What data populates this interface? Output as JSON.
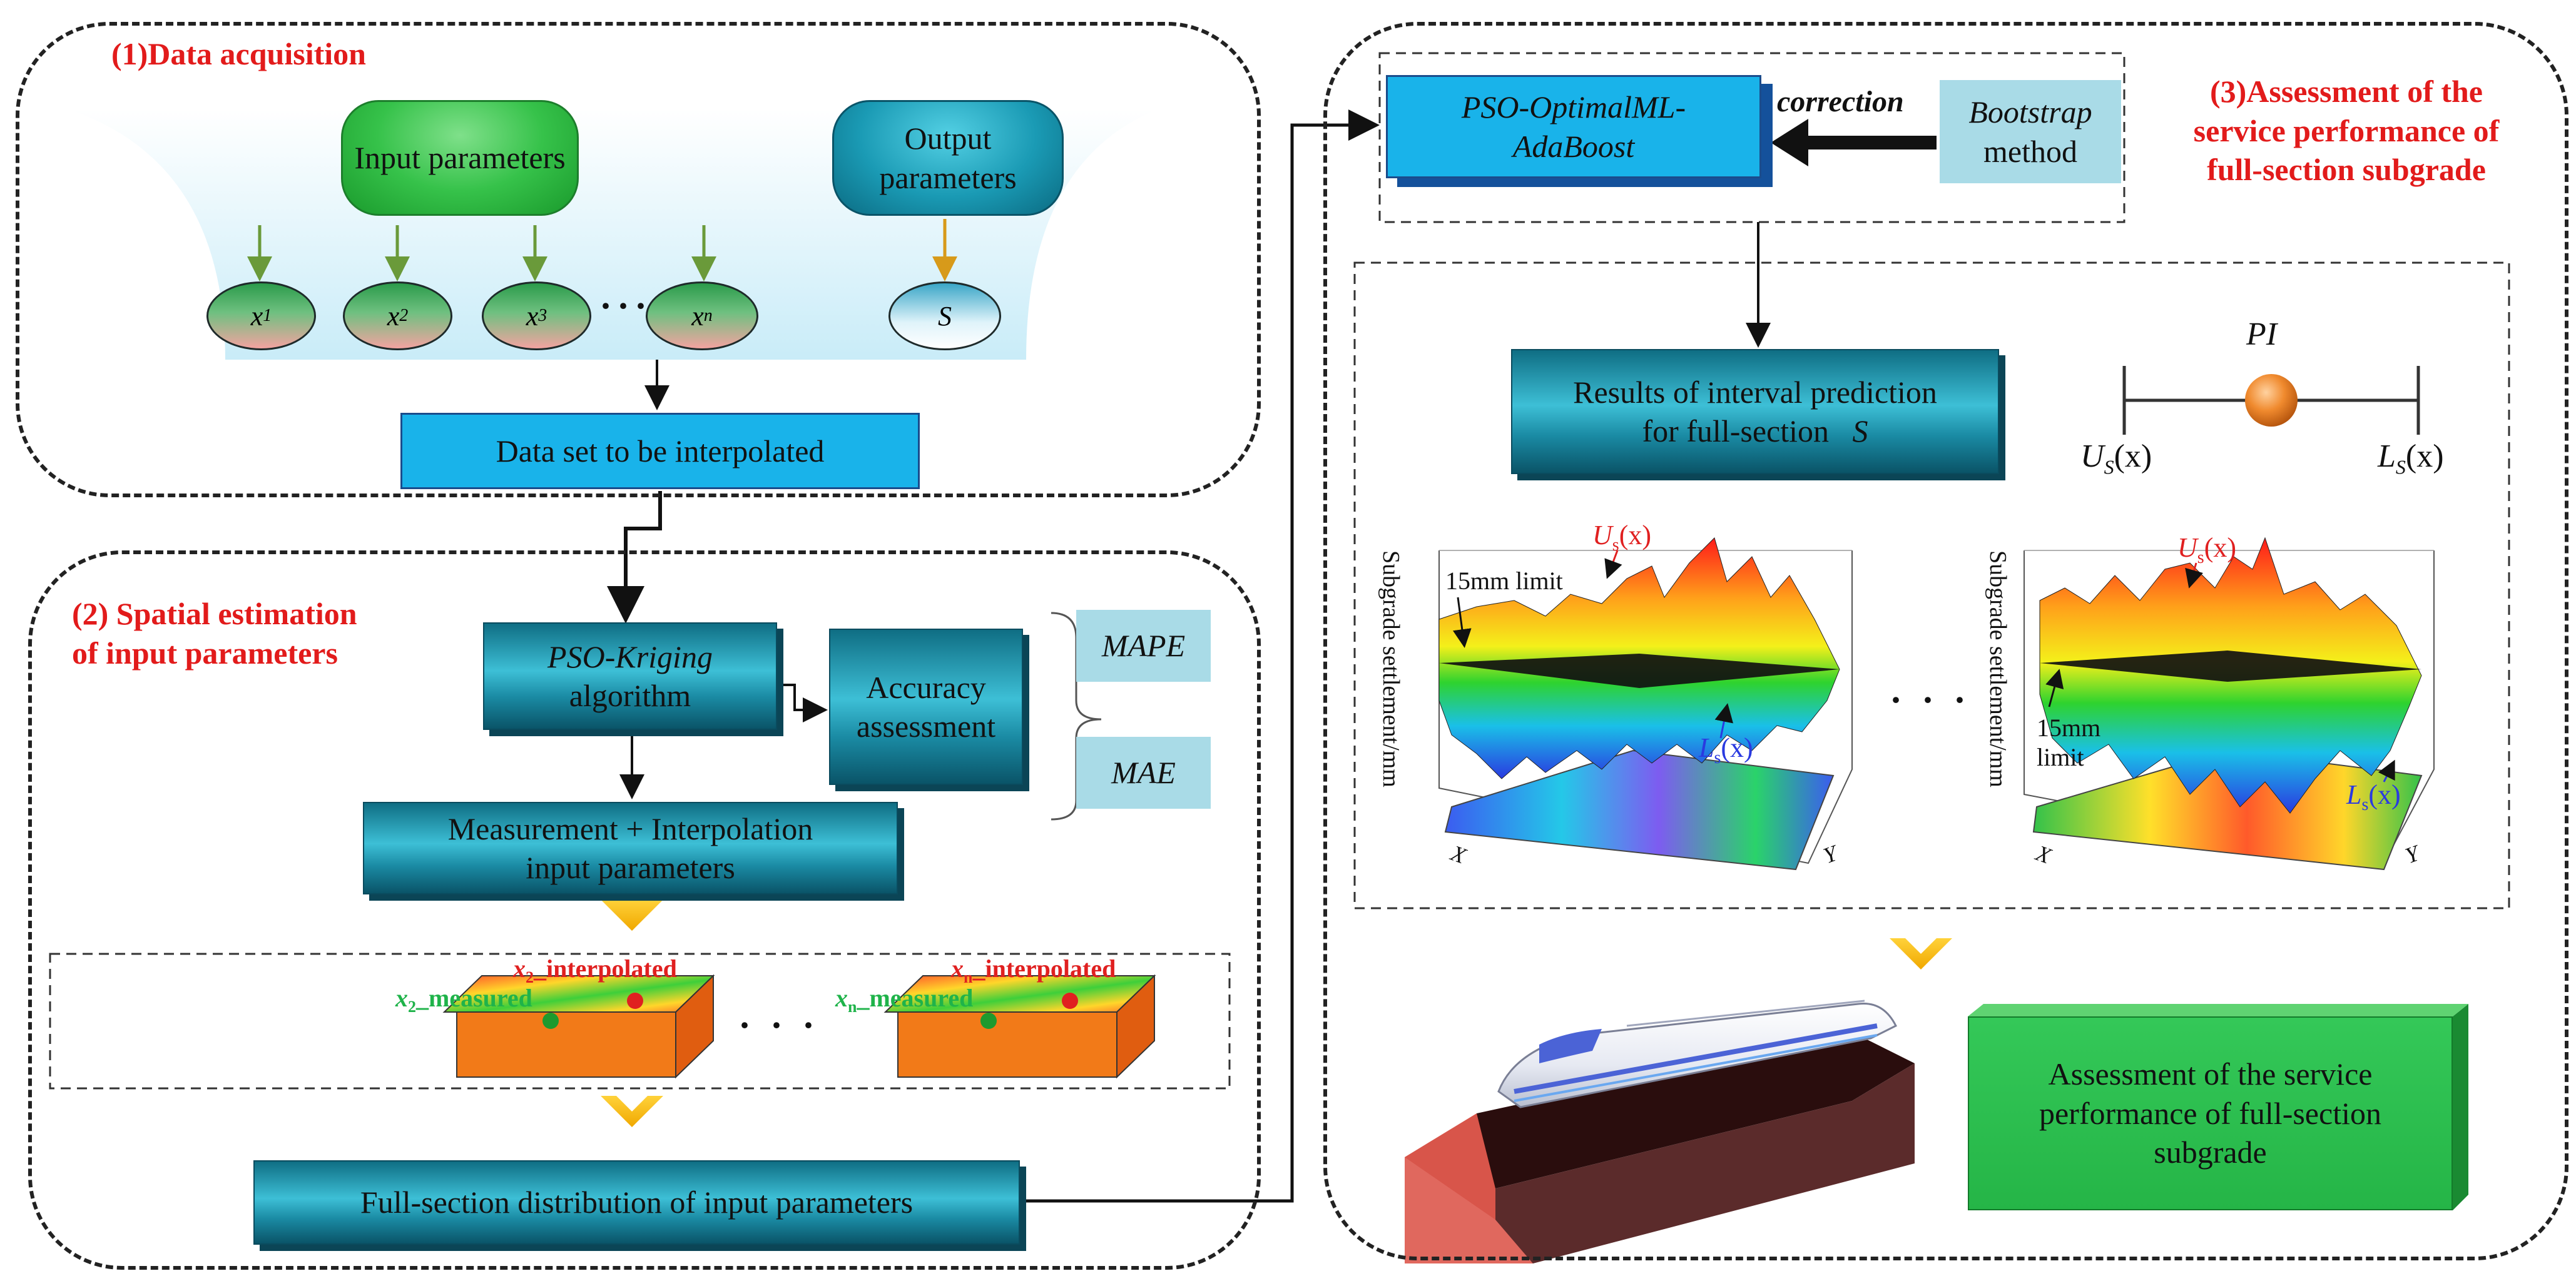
{
  "panel1": {
    "title": "(1)Data acquisition",
    "input_params": "Input parameters",
    "output_params": "Output parameters",
    "x_vars": [
      {
        "base": "x",
        "sub": "1"
      },
      {
        "base": "x",
        "sub": "2"
      },
      {
        "base": "x",
        "sub": "3"
      },
      {
        "base": "x",
        "sub": "n"
      }
    ],
    "ellipsis": "···",
    "s_var": "S",
    "dataset": "Data set to be interpolated"
  },
  "panel2": {
    "title_line1": "(2) Spatial estimation",
    "title_line2": "of input parameters",
    "pso_kriging": "PSO-Kriging",
    "algorithm": "algorithm",
    "accuracy_line1": "Accuracy",
    "accuracy_line2": "assessment",
    "mape": "MAPE",
    "mae": "MAE",
    "measurement_line1": "Measurement + Interpolation",
    "measurement_line2": "input parameters",
    "x2_interp_base": "x",
    "x2_interp_sub": "2",
    "interp_suffix": "_interpolated",
    "xn_interp_base": "x",
    "xn_interp_sub": "n",
    "x2_meas_base": "x",
    "x2_meas_sub": "2",
    "meas_suffix": "_measured",
    "xn_meas_base": "x",
    "xn_meas_sub": "n",
    "ellipsis": "· · ·",
    "full_section": "Full-section distribution of input parameters"
  },
  "panel3": {
    "title_line1": "(3)Assessment of the",
    "title_line2": "service performance of",
    "title_line3": "full-section subgrade",
    "pso_ml_line1": "PSO-OptimalML-",
    "pso_ml_line2": "AdaBoost",
    "correction": "correction",
    "bootstrap": "Bootstrap",
    "method": "method",
    "results_line1": "Results of interval prediction",
    "results_line2": "for full-section",
    "results_s": "S",
    "pi": "PI",
    "us": "U",
    "us_sub": "S",
    "us_arg": "(x)",
    "ls": "L",
    "ls_sub": "S",
    "ls_arg": "(x)",
    "plot_ylabel": "Subgrade settlement/mm",
    "limit1": "15mm limit",
    "limit2_line1": "15mm",
    "limit2_line2": "limit",
    "us_small": "U",
    "us_small_sub": "s",
    "ls_small": "L",
    "ls_small_sub": "s",
    "axis_x": "X",
    "axis_y": "Y",
    "ellipsis": "· · ·",
    "assess_line1": "Assessment of the service",
    "assess_line2": "performance of full-section",
    "assess_line3": "subgrade"
  },
  "colors": {
    "red_title": "#e21b1b",
    "teal": "#1a8aa3",
    "blue": "#19b3ea",
    "light_blue": "#a9dbe7",
    "green": "#2dbb4f",
    "arrow_gold": "#f6b400"
  }
}
